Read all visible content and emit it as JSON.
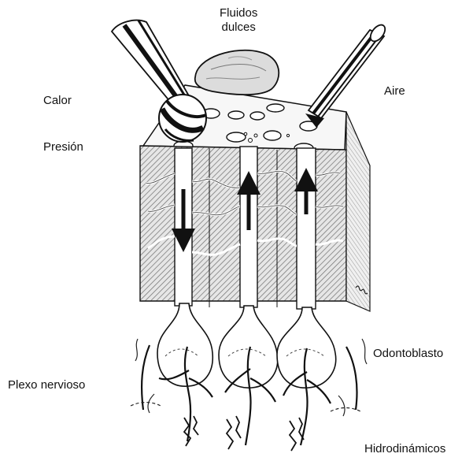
{
  "labels": {
    "fluidos_line1": "Fluidos",
    "fluidos_line2": "dulces",
    "calor": "Calor",
    "presion": "Presión",
    "aire": "Aire",
    "odontoblasto": "Odontoblasto",
    "plexo": "Plexo nervioso",
    "hidrodinamicos": "Hidrodinámicos"
  },
  "colors": {
    "ink": "#111111",
    "hatch": "#8a8a8a",
    "background": "#ffffff"
  }
}
